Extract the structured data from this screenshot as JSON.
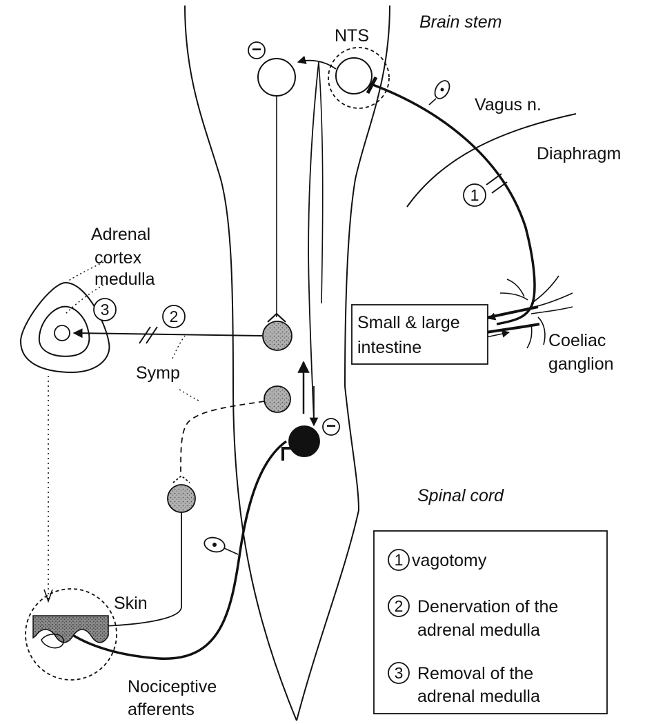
{
  "labels": {
    "nts": "NTS",
    "brain_stem": "Brain stem",
    "vagus": "Vagus n.",
    "diaphragm": "Diaphragm",
    "adrenal_1": "Adrenal",
    "adrenal_2": "cortex",
    "adrenal_3": "medulla",
    "symp": "Symp",
    "intestine_1": "Small & large",
    "intestine_2": "intestine",
    "coeliac_1": "Coeliac",
    "coeliac_2": "ganglion",
    "spinal_cord": "Spinal cord",
    "skin": "Skin",
    "nociceptive_1": "Nociceptive",
    "nociceptive_2": "afferents",
    "minus": "−"
  },
  "markers": {
    "one": "1",
    "two": "2",
    "three": "3"
  },
  "legend": {
    "items": [
      {
        "num": "1",
        "lines": [
          "vagotomy"
        ]
      },
      {
        "num": "2",
        "lines": [
          "Denervation of the",
          "adrenal medulla"
        ]
      },
      {
        "num": "3",
        "lines": [
          "Removal of the",
          "adrenal medulla"
        ]
      }
    ]
  },
  "colors": {
    "ink": "#111111",
    "shaded_neuron": "#a9a9a9",
    "skin_fill": "#8c8c8c"
  }
}
